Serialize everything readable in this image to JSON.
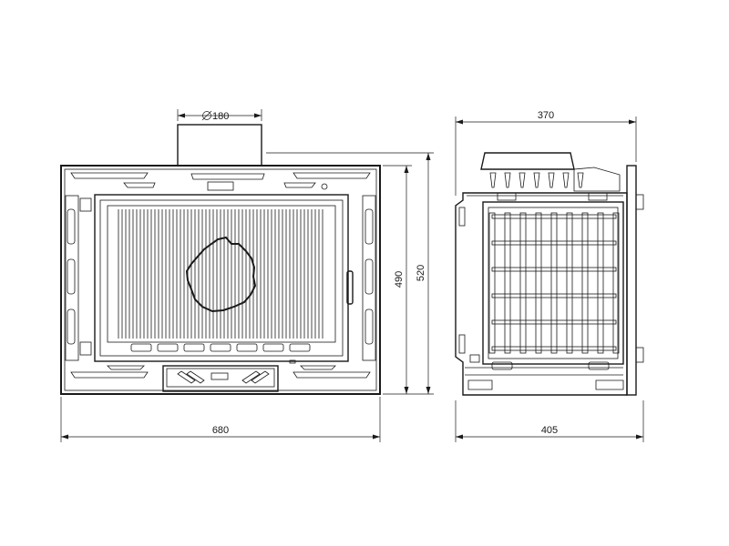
{
  "dimensions": {
    "flue_diameter": "180",
    "front_width": "680",
    "front_inner_height": "490",
    "front_total_height": "520",
    "side_top_depth": "370",
    "side_bottom_depth": "405"
  },
  "colors": {
    "line": "#1a1a1a",
    "background": "#ffffff"
  },
  "views": [
    "front-view",
    "side-view"
  ]
}
